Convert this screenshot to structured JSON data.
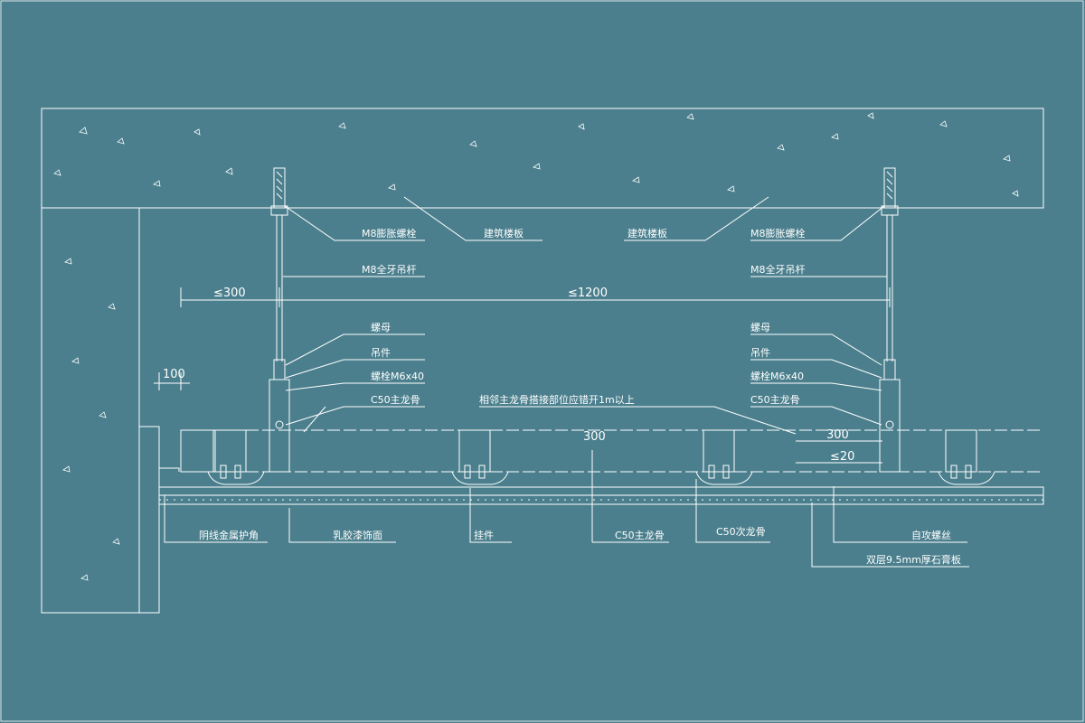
{
  "colors": {
    "background": "#4b7f8d",
    "line": "#ffffff"
  },
  "labels": {
    "expansion_bolt_left": "M8膨胀螺栓",
    "floor_slab_left": "建筑楼板",
    "floor_slab_right": "建筑楼板",
    "expansion_bolt_right": "M8膨胀螺栓",
    "threaded_rod_left": "M8全牙吊杆",
    "threaded_rod_right": "M8全牙吊杆",
    "nut_left": "螺母",
    "hanger_left": "吊件",
    "bolt_left": "螺栓M6x40",
    "main_keel_left": "C50主龙骨",
    "nut_right": "螺母",
    "hanger_right": "吊件",
    "bolt_right": "螺栓M6x40",
    "main_keel_right": "C50主龙骨",
    "joint_note": "相邻主龙骨搭接部位应错开1m以上",
    "corner_trim": "阴线金属护角",
    "latex_finish": "乳胶漆饰面",
    "clip": "挂件",
    "main_keel_bottom": "C50主龙骨",
    "sub_keel": "C50次龙骨",
    "self_tapping_screw": "自攻螺丝",
    "gypsum_board": "双层9.5mm厚石膏板"
  },
  "dimensions": {
    "wall_to_rod": "≤300",
    "rod_spacing": "≤1200",
    "wall_gap": "100",
    "sub_keel_spacing": "300",
    "right_spacing": "300",
    "overlap": "≤20"
  }
}
